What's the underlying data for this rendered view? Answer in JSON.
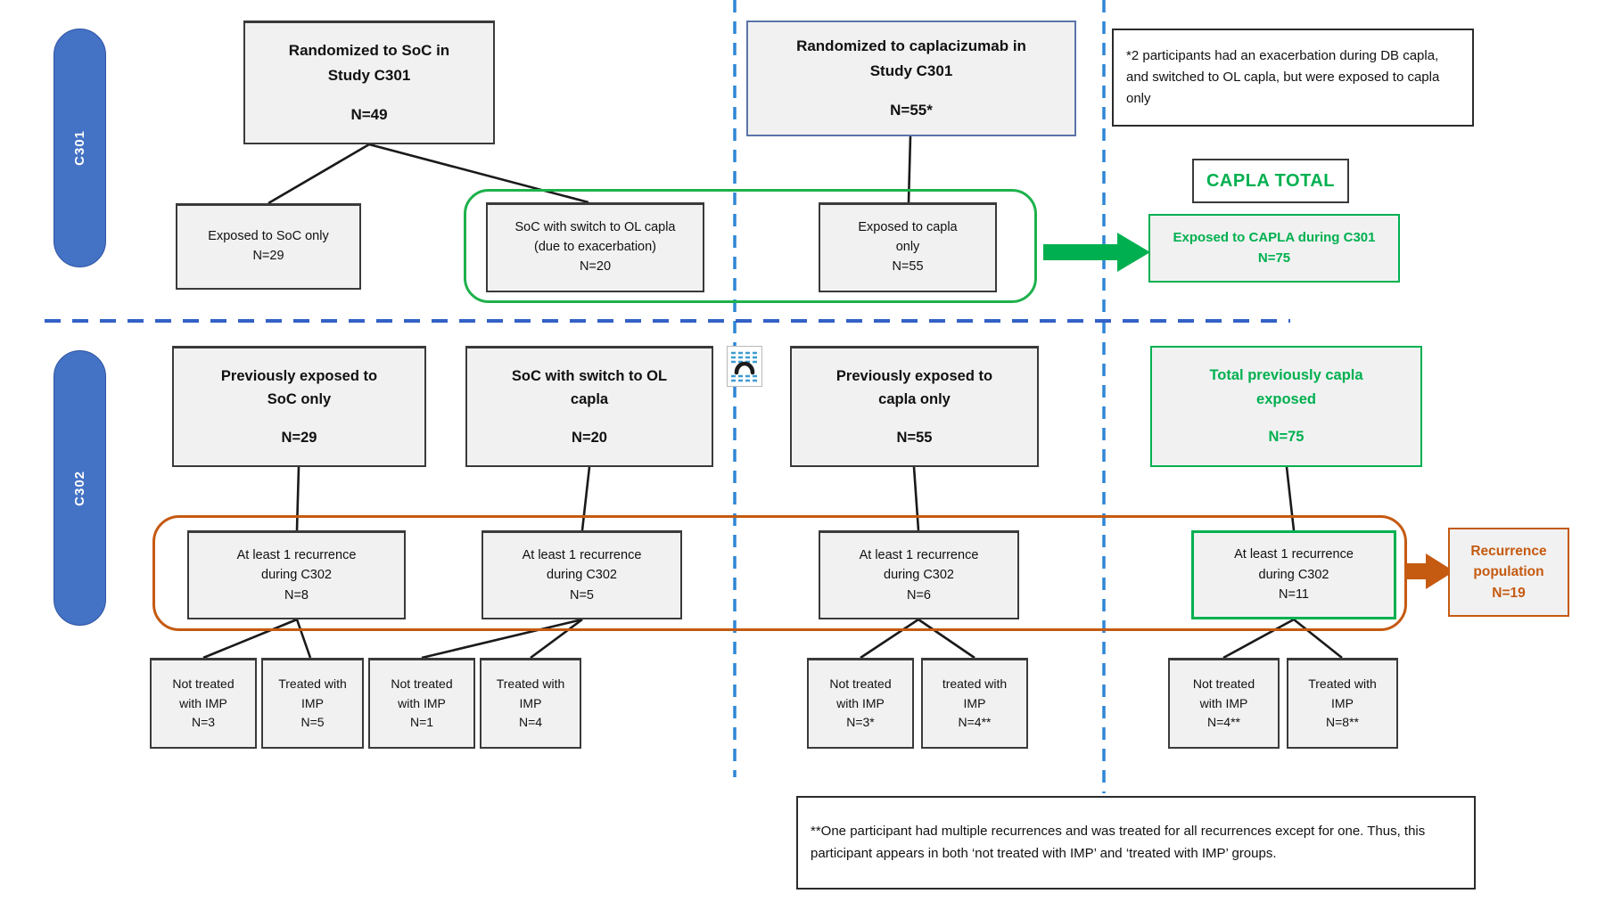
{
  "study_rows": [
    {
      "label": "C301"
    },
    {
      "label": "C302"
    }
  ],
  "colors": {
    "green": "#00B050",
    "orange": "#C55A11",
    "dashed_blue": "#2E75B6",
    "pill_blue": "#4472C4",
    "node_fill": "#F1F1F1"
  },
  "c301": {
    "randomized_soc": {
      "line1": "Randomized to SoC in",
      "line2": "Study C301",
      "n": "N=49"
    },
    "randomized_capla": {
      "line1": "Randomized to caplacizumab in",
      "line2": "Study C301",
      "n": "N=55*"
    },
    "footnote": "*2 participants had an exacerbation during DB capla, and switched to OL capla, but were exposed to capla only",
    "exposed_soc_only": {
      "line1": "Exposed to SoC only",
      "n": "N=29"
    },
    "soc_switch_ol": {
      "line1": "SoC with switch to OL capla",
      "line2": "(due to exacerbation)",
      "n": "N=20"
    },
    "exposed_capla_only": {
      "line1": "Exposed to capla",
      "line2": "only",
      "n": "N=55"
    },
    "capla_total_label": "CAPLA TOTAL",
    "exposed_capla_total": {
      "line1": "Exposed to CAPLA during C301",
      "n": "N=75"
    }
  },
  "c302": {
    "prev_soc": {
      "line1": "Previously exposed to",
      "line2": "SoC only",
      "n": "N=29"
    },
    "soc_switch": {
      "line1": "SoC with switch to OL",
      "line2": "capla",
      "n": "N=20"
    },
    "prev_capla": {
      "line1": "Previously exposed to",
      "line2": "capla only",
      "n": "N=55"
    },
    "total_prev": {
      "line1": "Total previously capla",
      "line2": "exposed",
      "n": "N=75"
    },
    "rec": [
      {
        "line1": "At least 1 recurrence",
        "line2": "during C302",
        "n": "N=8"
      },
      {
        "line1": "At least 1 recurrence",
        "line2": "during C302",
        "n": "N=5"
      },
      {
        "line1": "At least 1 recurrence",
        "line2": "during C302",
        "n": "N=6"
      },
      {
        "line1": "At least 1 recurrence",
        "line2": "during C302",
        "n": "N=11"
      }
    ],
    "recurrence_population": {
      "line1": "Recurrence",
      "line2": "population",
      "n": "N=19"
    },
    "leaves": [
      {
        "line1": "Not treated",
        "line2": "with IMP",
        "n": "N=3"
      },
      {
        "line1": "Treated with",
        "line2": "IMP",
        "n": "N=5"
      },
      {
        "line1": "Not treated",
        "line2": "with IMP",
        "n": "N=1"
      },
      {
        "line1": "Treated with",
        "line2": "IMP",
        "n": "N=4"
      },
      {
        "line1": "Not treated",
        "line2": "with IMP",
        "n": "N=3*"
      },
      {
        "line1": "treated with",
        "line2": "IMP",
        "n": "N=4**"
      },
      {
        "line1": "Not treated",
        "line2": "with IMP",
        "n": "N=4**"
      },
      {
        "line1": "Treated with",
        "line2": "IMP",
        "n": "N=8**"
      }
    ],
    "footnote": "**One participant had multiple recurrences and was treated for all recurrences except for one. Thus, this participant appears in both ‘not treated with IMP’ and ‘treated with IMP’ groups."
  }
}
